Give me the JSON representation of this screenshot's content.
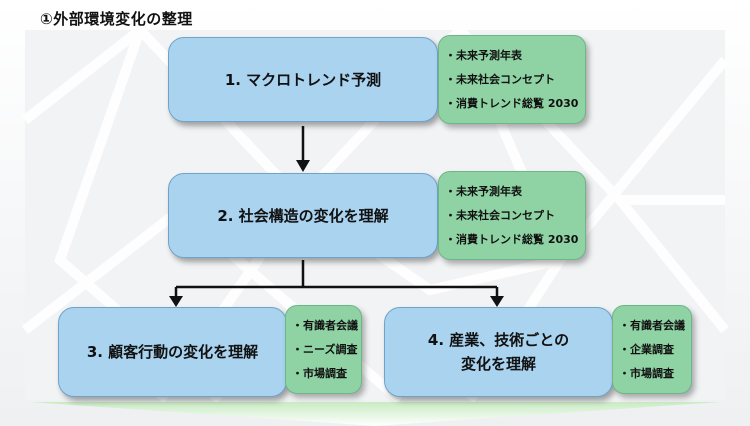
{
  "title": "①外部環境変化の整理",
  "nodes": {
    "n1": {
      "label": "1. マクロトレンド予測",
      "tags": [
        "未来予測年表",
        "未来社会コンセプト",
        "消費トレンド総覧 2030"
      ]
    },
    "n2": {
      "label": "2. 社会構造の変化を理解",
      "tags": [
        "未来予測年表",
        "未来社会コンセプト",
        "消費トレンド総覧 2030"
      ]
    },
    "n3": {
      "label": "3. 顧客行動の変化を理解",
      "tags": [
        "有識者会議",
        "ニーズ調査",
        "市場調査"
      ]
    },
    "n4": {
      "label_line1": "4. 産業、技術ごとの",
      "label_line2": "変化を理解",
      "tags": [
        "有識者会議",
        "企業調査",
        "市場調査"
      ]
    }
  }
}
